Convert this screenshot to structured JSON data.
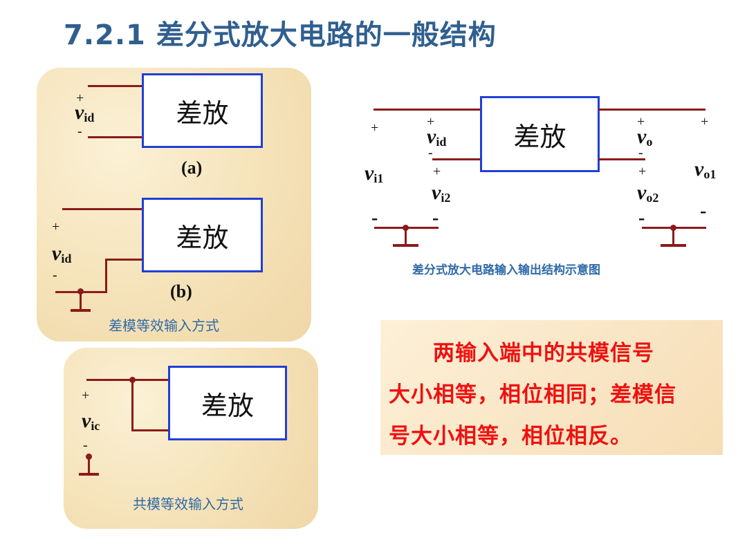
{
  "title": "7.2.1  差分式放大电路的一般结构",
  "amp_label": "差放",
  "plus": "+",
  "minus": "-",
  "panel_diff": {
    "label_a": "(a)",
    "label_b": "(b)",
    "var_main": "v",
    "var_sub": "id",
    "caption": "差模等效输入方式"
  },
  "panel_common": {
    "var_main": "v",
    "var_sub": "ic",
    "caption": "共模等效输入方式"
  },
  "io_diagram": {
    "vid": {
      "main": "v",
      "sub": "id"
    },
    "vi1": {
      "main": "v",
      "sub": "i1"
    },
    "vi2": {
      "main": "v",
      "sub": "i2"
    },
    "vo": {
      "main": "v",
      "sub": "o"
    },
    "vo1": {
      "main": "v",
      "sub": "o1"
    },
    "vo2": {
      "main": "v",
      "sub": "o2"
    },
    "caption": "差分式放大电路输入输出结构示意图"
  },
  "note": {
    "line1": "两输入端中的共模信号",
    "line2": "大小相等，相位相同；差模信",
    "line3": "号大小相等，相位相反。"
  }
}
